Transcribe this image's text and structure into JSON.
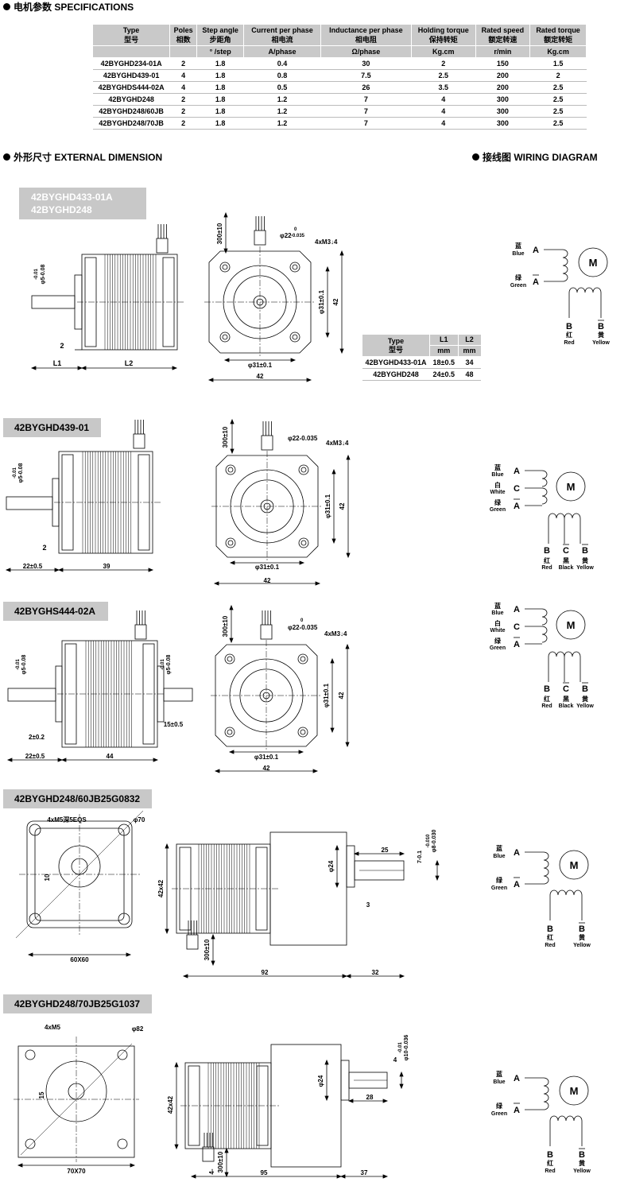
{
  "headers": {
    "specifications": "电机参数 SPECIFICATIONS",
    "external_dimension": "外形尺寸 EXTERNAL DIMENSION",
    "wiring_diagram": "接线图 WIRING DIAGRAM"
  },
  "spec_table": {
    "columns": [
      {
        "en": "Type",
        "cn": "型号",
        "unit": ""
      },
      {
        "en": "Poles",
        "cn": "相数",
        "unit": ""
      },
      {
        "en": "Step angle",
        "cn": "步距角",
        "unit": "° /step"
      },
      {
        "en": "Current per phase",
        "cn": "相电流",
        "unit": "A/phase"
      },
      {
        "en": "Inductance per phase",
        "cn": "相电阻",
        "unit": "Ω/phase"
      },
      {
        "en": "Holding torque",
        "cn": "保持转矩",
        "unit": "Kg.cm"
      },
      {
        "en": "Rated speed",
        "cn": "额定转速",
        "unit": "r/min"
      },
      {
        "en": "Rated torque",
        "cn": "额定转矩",
        "unit": "Kg.cm"
      }
    ],
    "rows": [
      [
        "42BYGHD234-01A",
        "2",
        "1.8",
        "0.4",
        "30",
        "2",
        "150",
        "1.5"
      ],
      [
        "42BYGHD439-01",
        "4",
        "1.8",
        "0.8",
        "7.5",
        "2.5",
        "200",
        "2"
      ],
      [
        "42BYGHDS444-02A",
        "4",
        "1.8",
        "0.5",
        "26",
        "3.5",
        "200",
        "2.5"
      ],
      [
        "42BYGHD248",
        "2",
        "1.8",
        "1.2",
        "7",
        "4",
        "300",
        "2.5"
      ],
      [
        "42BYGHD248/60JB",
        "2",
        "1.8",
        "1.2",
        "7",
        "4",
        "300",
        "2.5"
      ],
      [
        "42BYGHD248/70JB",
        "2",
        "1.8",
        "1.2",
        "7",
        "4",
        "300",
        "2.5"
      ]
    ]
  },
  "dim_table": {
    "head": {
      "type": "Type",
      "type_cn": "型号",
      "l1": "L1",
      "l2": "L2",
      "unit": "mm"
    },
    "rows": [
      [
        "42BYGHD433-01A",
        "18±0.5",
        "34"
      ],
      [
        "42BYGHD248",
        "24±0.5",
        "48"
      ]
    ]
  },
  "sections": {
    "s1": {
      "labels": [
        "42BYGHD433-01A",
        "42BYGHD248"
      ],
      "dims": {
        "shaft": "φ5-0.08",
        "shaft_tol": "-0.01",
        "step": "2",
        "l1": "L1",
        "l2": "L2",
        "lead": "300±10",
        "boss": "φ22",
        "boss_tol_top": "0",
        "boss_tol_bot": "-0.035",
        "holes": "4xM3↓4",
        "pcd_h": "φ31±0.1",
        "pcd_v": "φ31±0.1",
        "side_v": "42",
        "side_h": "42"
      }
    },
    "s2": {
      "label": "42BYGHD439-01",
      "dims": {
        "shaft": "φ5-0.08",
        "shaft_tol": "-0.01",
        "step": "2",
        "l1": "22±0.5",
        "l2": "39",
        "lead": "300±10",
        "boss": "φ22-0.035",
        "holes": "4xM3↓4",
        "pcd_h": "φ31±0.1",
        "pcd_v": "φ31±0.1",
        "side_v": "42",
        "side_h": "42"
      }
    },
    "s3": {
      "label": "42BYGHS444-02A",
      "dims": {
        "shaft": "φ5-0.08",
        "shaft_tol": "-0.01",
        "shaft2": "φ5-0.08",
        "shaft2_tol": "-0.01",
        "step": "2±0.2",
        "rear": "15±0.5",
        "l1": "22±0.5",
        "l2": "44",
        "lead": "300±10",
        "boss": "φ22-0.035",
        "boss_tol_top": "0",
        "holes": "4xM3↓4",
        "pcd_h": "φ31±0.1",
        "pcd_v": "φ31±0.1",
        "side_v": "42",
        "side_h": "42"
      }
    },
    "s4": {
      "label": "42BYGHD248/60JB25G0832",
      "dims": {
        "holes": "4xM5深5EQS",
        "pcd": "φ70",
        "offset": "10",
        "square": "60X60",
        "motor": "42x42",
        "lead": "300±10",
        "boss": "φ24",
        "step": "3",
        "shaft_len": "25",
        "key": "7-0.1",
        "shaft": "φ8-0.030",
        "shaft_tol": "-0.010",
        "motor_len": "92",
        "gear_len": "32"
      }
    },
    "s5": {
      "label": "42BYGHD248/70JB25G1037",
      "dims": {
        "holes": "4xM5",
        "pcd": "φ82",
        "offset": "15",
        "square": "70X70",
        "motor": "42x42",
        "lead": "300±10",
        "lead_prefix": "4-",
        "boss": "φ24",
        "key": "4",
        "shaft": "φ10-0.036",
        "shaft_tol": "-0.01",
        "shaft_len": "28",
        "motor_len": "95",
        "gear_len": "37"
      }
    }
  },
  "wiring": {
    "motor": "M",
    "bipolar": {
      "a_label": "A",
      "abar_label": "A",
      "blue_cn": "蓝",
      "blue": "Blue",
      "green_cn": "绿",
      "green": "Green",
      "b": "B",
      "bbar": "B",
      "red_cn": "红",
      "red": "Red",
      "yellow_cn": "黄",
      "yellow": "Yellow"
    },
    "sixwire": {
      "a_label": "A",
      "c_label": "C",
      "abar_label": "A",
      "blue_cn": "蓝",
      "blue": "Blue",
      "white_cn": "白",
      "white": "White",
      "green_cn": "绿",
      "green": "Green",
      "b": "B",
      "cbar": "C",
      "bbar": "B",
      "red_cn": "红",
      "red": "Red",
      "black_cn": "黑",
      "black": "Black",
      "yellow_cn": "黄",
      "yellow": "Yellow"
    }
  }
}
